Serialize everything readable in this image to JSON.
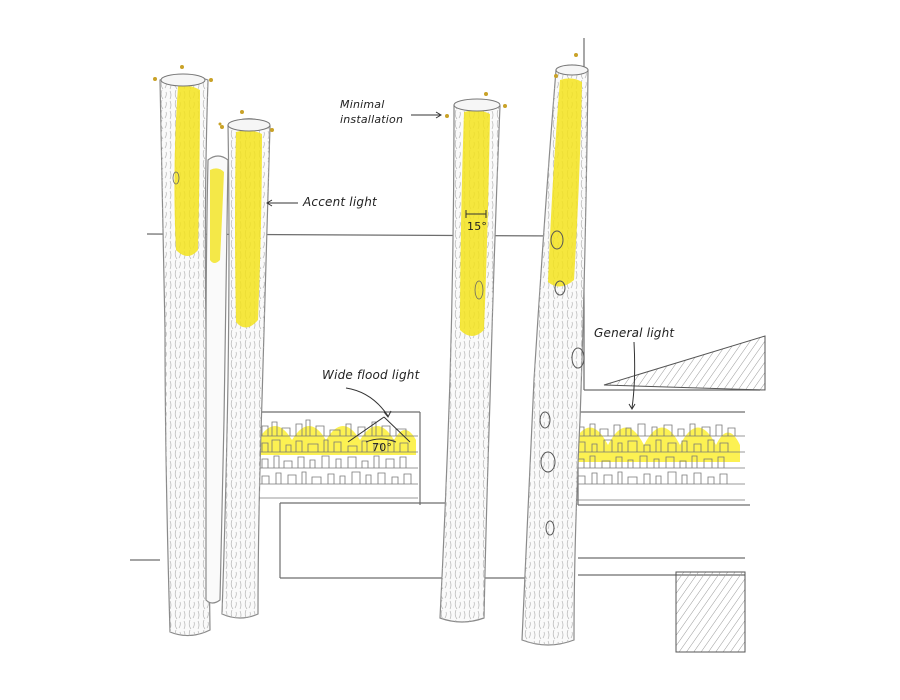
{
  "labels": {
    "minimal_line1": "Minimal",
    "minimal_line2": "installation",
    "accent": "Accent light",
    "wide_flood": "Wide flood light",
    "general": "General light",
    "angle_narrow": "15°",
    "angle_wide": "70°"
  },
  "colors": {
    "accent_light": "#f3e31c",
    "flood_light": "#fbef34",
    "trunk_line": "#8a8a8a",
    "pencil": "#555555",
    "fixture": "#c9a227"
  }
}
